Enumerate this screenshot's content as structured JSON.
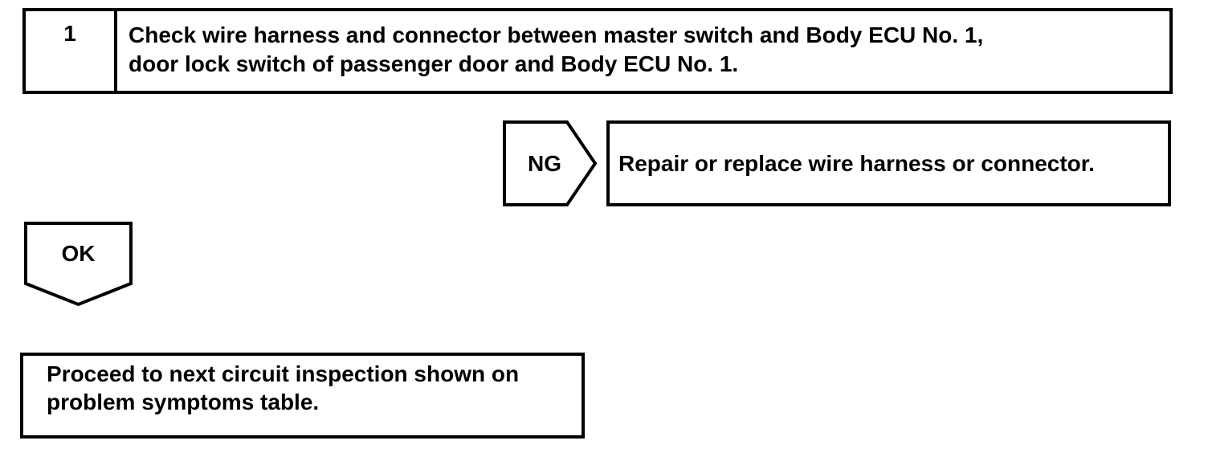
{
  "page": {
    "background_color": "#ffffff",
    "ink_color": "#000000",
    "kind": "diagnostic-flowchart"
  },
  "flowchart": {
    "step_box": {
      "number": "1",
      "instruction_lines": [
        "Check wire harness and connector between master switch and Body ECU No. 1,",
        "door lock switch of passenger door and Body ECU No. 1."
      ],
      "instruction_full": "Check wire harness and connector between master switch and Body ECU No. 1, door lock switch of passenger door and Body ECU No. 1."
    },
    "ng_branch": {
      "connector_label": "NG",
      "connector_shape": "pentagon-point-right",
      "result_lines": [
        "Repair or replace wire harness or connector."
      ],
      "result_full": "Repair or replace wire harness or connector."
    },
    "ok_branch": {
      "connector_label": "OK",
      "connector_shape": "pentagon-point-down",
      "result_lines": [
        "Proceed to next circuit inspection shown on",
        "problem symptoms table."
      ],
      "result_full": "Proceed to next circuit inspection shown on problem symptoms table."
    }
  }
}
